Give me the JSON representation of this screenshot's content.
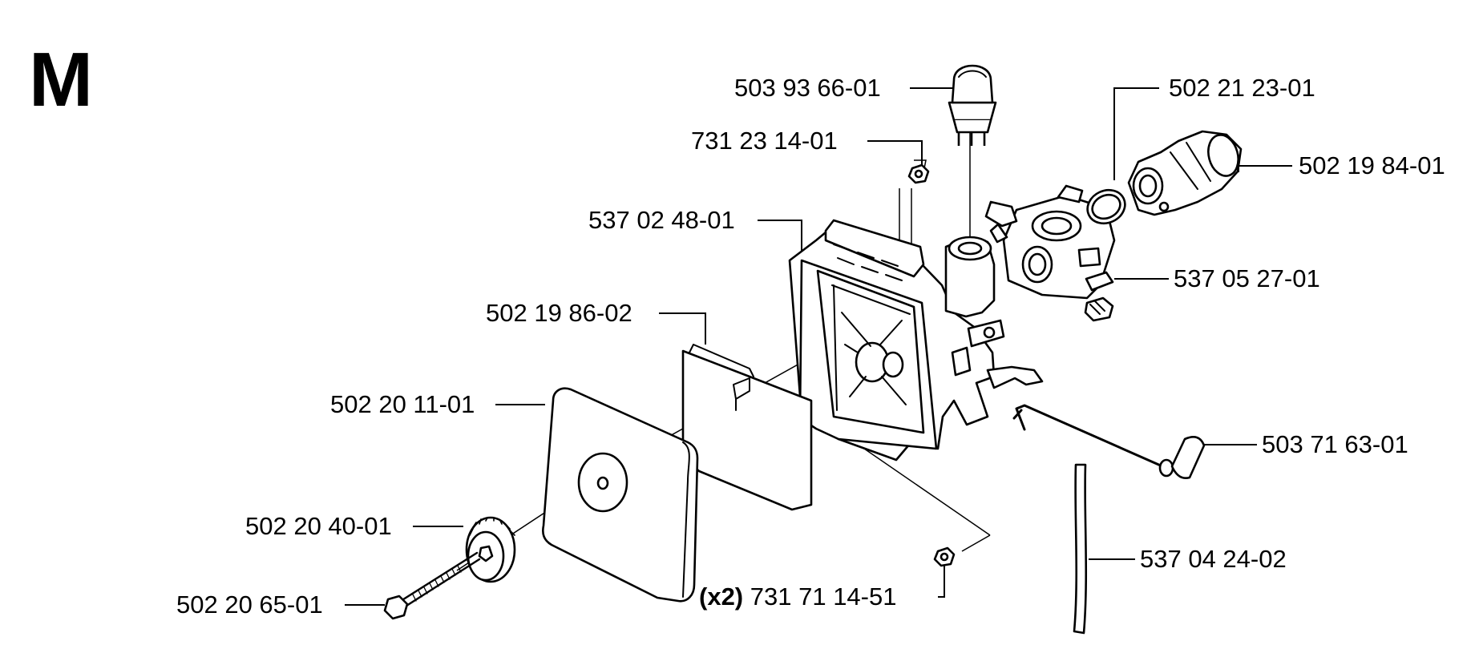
{
  "diagram": {
    "section_letter": "M",
    "parts": [
      {
        "id": "primer-bulb",
        "number": "503 93 66-01"
      },
      {
        "id": "nut-top",
        "number": "731 23 14-01"
      },
      {
        "id": "filter-housing",
        "number": "537 02 48-01"
      },
      {
        "id": "filter-insert",
        "number": "502 19 86-02"
      },
      {
        "id": "filter-cover",
        "number": "502 20 11-01"
      },
      {
        "id": "cover-knob",
        "number": "502 20 40-01"
      },
      {
        "id": "cover-screw",
        "number": "502 20 65-01"
      },
      {
        "id": "nut-bottom",
        "number": "731 71 14-51",
        "quantity": "(x2)"
      },
      {
        "id": "gasket-ring",
        "number": "502 21 23-01"
      },
      {
        "id": "intake-manifold",
        "number": "502 19 84-01"
      },
      {
        "id": "carburetor",
        "number": "537 05 27-01"
      },
      {
        "id": "throttle-rod",
        "number": "503 71 63-01"
      },
      {
        "id": "fuel-hose",
        "number": "537 04 24-02"
      }
    ]
  }
}
